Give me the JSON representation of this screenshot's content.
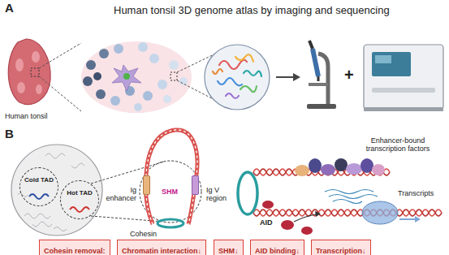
{
  "diagram": {
    "title": "Human tonsil 3D genome atlas by imaging and sequencing",
    "nodes": [
      {
        "text": [
          "Cold TAD"
        ]
      },
      {
        "text": [
          "Hot TAD"
        ]
      },
      {
        "text": [
          "Ig enhancer"
        ]
      },
      {
        "text": [
          "Ig V region"
        ]
      },
      {
        "text": [
          "Cohesin removal:"
        ]
      },
      {
        "text": [
          "Chromatin interaction↓"
        ]
      },
      {
        "text": [
          "SHM↓"
        ]
      },
      {
        "text": [
          "AID binding↓"
        ]
      },
      {
        "text": [
          "Transcription↓"
        ]
      }
    ],
    "labels": [
      "A",
      "Human tonsil",
      "B",
      "SHM",
      "Cohesin",
      "Enhancer-bound transcription factors",
      "Transcripts",
      "AID",
      "+"
    ]
  }
}
